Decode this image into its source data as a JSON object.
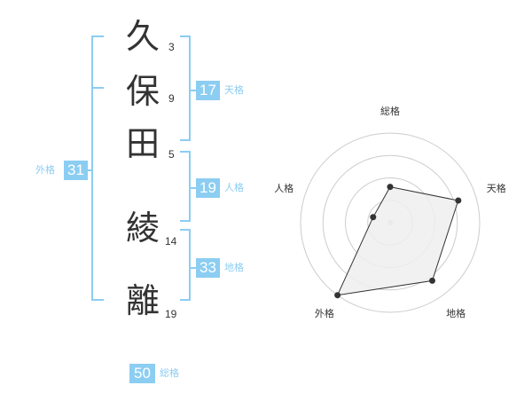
{
  "name": {
    "chars": [
      {
        "char": "久",
        "strokes": "3"
      },
      {
        "char": "保",
        "strokes": "9"
      },
      {
        "char": "田",
        "strokes": "5"
      },
      {
        "char": "綾",
        "strokes": "14"
      },
      {
        "char": "離",
        "strokes": "19"
      }
    ]
  },
  "fortunes": {
    "tenkaku": {
      "value": "17",
      "label": "天格"
    },
    "jinkaku": {
      "value": "19",
      "label": "人格"
    },
    "chikaku": {
      "value": "33",
      "label": "地格"
    },
    "gaikaku": {
      "value": "31",
      "label": "外格"
    },
    "soukaku": {
      "value": "50",
      "label": "総格"
    }
  },
  "chart_data": {
    "type": "radar",
    "axes": [
      "総格",
      "天格",
      "地格",
      "外格",
      "人格"
    ],
    "values": [
      2,
      4,
      4,
      5,
      1
    ],
    "max": 5,
    "rings": 4,
    "colors": {
      "ring": "#cccccc",
      "fill": "#efefef",
      "stroke": "#333333",
      "point": "#333333",
      "center": "#cccccc"
    }
  },
  "colors": {
    "accent": "#8ccdf2",
    "text": "#333333"
  }
}
